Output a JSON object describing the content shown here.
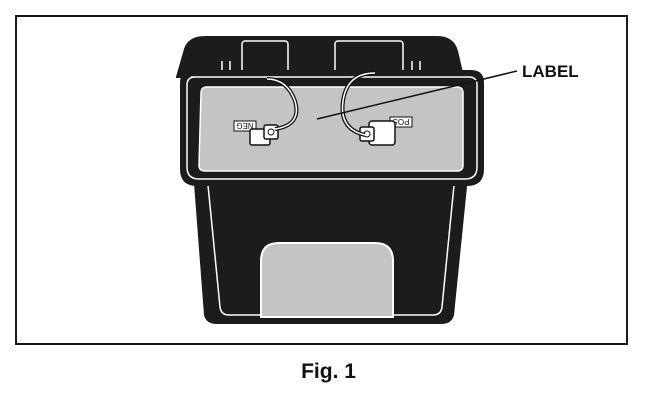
{
  "figure": {
    "callout_label": "LABEL",
    "terminal_negative": "NEG",
    "terminal_positive": "POS",
    "caption": "Fig. 1"
  },
  "colors": {
    "housing": "#1c1c1c",
    "label_panel": "#c4c4c4",
    "outline": "#ffffff",
    "frame": "#1a1a1a"
  }
}
